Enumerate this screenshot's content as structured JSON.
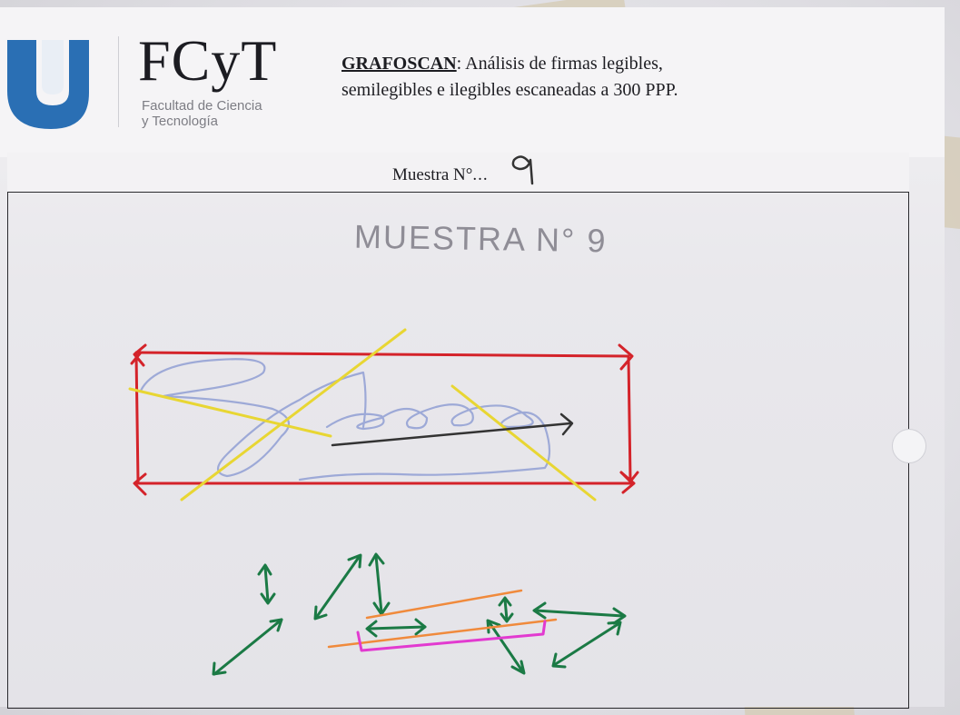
{
  "logo": {
    "title": "FCyT",
    "subtitle_line1": "Facultad de Ciencia",
    "subtitle_line2": "y Tecnología",
    "brand_color": "#2a6fb4"
  },
  "heading": {
    "title": "GRAFOSCAN",
    "text_line1": ": Análisis de firmas legibles,",
    "text_line2": "semilegibles e ilegibles escaneadas a 300 PPP."
  },
  "sample": {
    "label": "Muestra N°",
    "dots": "...",
    "number_handwritten": "9"
  },
  "handwritten_title": "MUESTRA N° 9",
  "annotation_colors": {
    "bounding_box": "#d4232a",
    "slant_lines": "#e8d633",
    "signature_ink": "#9aa6d6",
    "direction_arrow": "#333333",
    "spacing_arrows": "#1b7a45",
    "baseline_lines": "#f08a3c",
    "base_bracket": "#e23ad0"
  }
}
